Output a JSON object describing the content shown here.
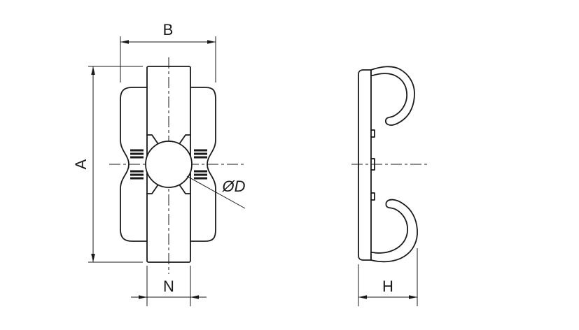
{
  "drawing": {
    "type": "technical-drawing",
    "views": {
      "front": "front-view-of-spring-clip-nut",
      "side": "side-profile-view"
    },
    "labels": {
      "dim_a": "A",
      "dim_b": "B",
      "dim_n": "N",
      "dim_d": "ØD",
      "dim_h": "H"
    },
    "colors": {
      "line": "#1a1a1a",
      "background": "#ffffff"
    }
  }
}
